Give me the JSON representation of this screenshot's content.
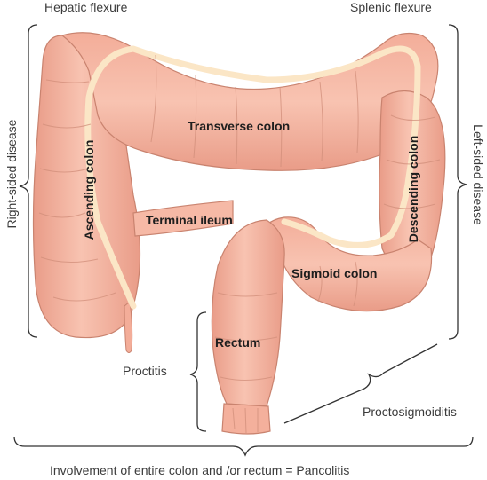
{
  "labels": {
    "hepatic_flexure": "Hepatic flexure",
    "splenic_flexure": "Splenic flexure",
    "transverse_colon": "Transverse colon",
    "ascending_colon": "Ascending colon",
    "descending_colon": "Descending colon",
    "terminal_ileum": "Terminal ileum",
    "sigmoid_colon": "Sigmoid colon",
    "rectum": "Rectum",
    "right_sided_disease": "Right-sided disease",
    "left_sided_disease": "Left-sided disease",
    "proctitis": "Proctitis",
    "proctosigmoiditis": "Proctosigmoiditis",
    "pancolitis": "Involvement of entire colon and /or rectum = Pancolitis"
  },
  "colors": {
    "colon_fill": "#f6b9a6",
    "colon_shade": "#e89a86",
    "colon_outline": "#c9836f",
    "lumen_stripe": "#fbe6c6",
    "bracket": "#333333",
    "label_text": "#3b3b3b"
  }
}
